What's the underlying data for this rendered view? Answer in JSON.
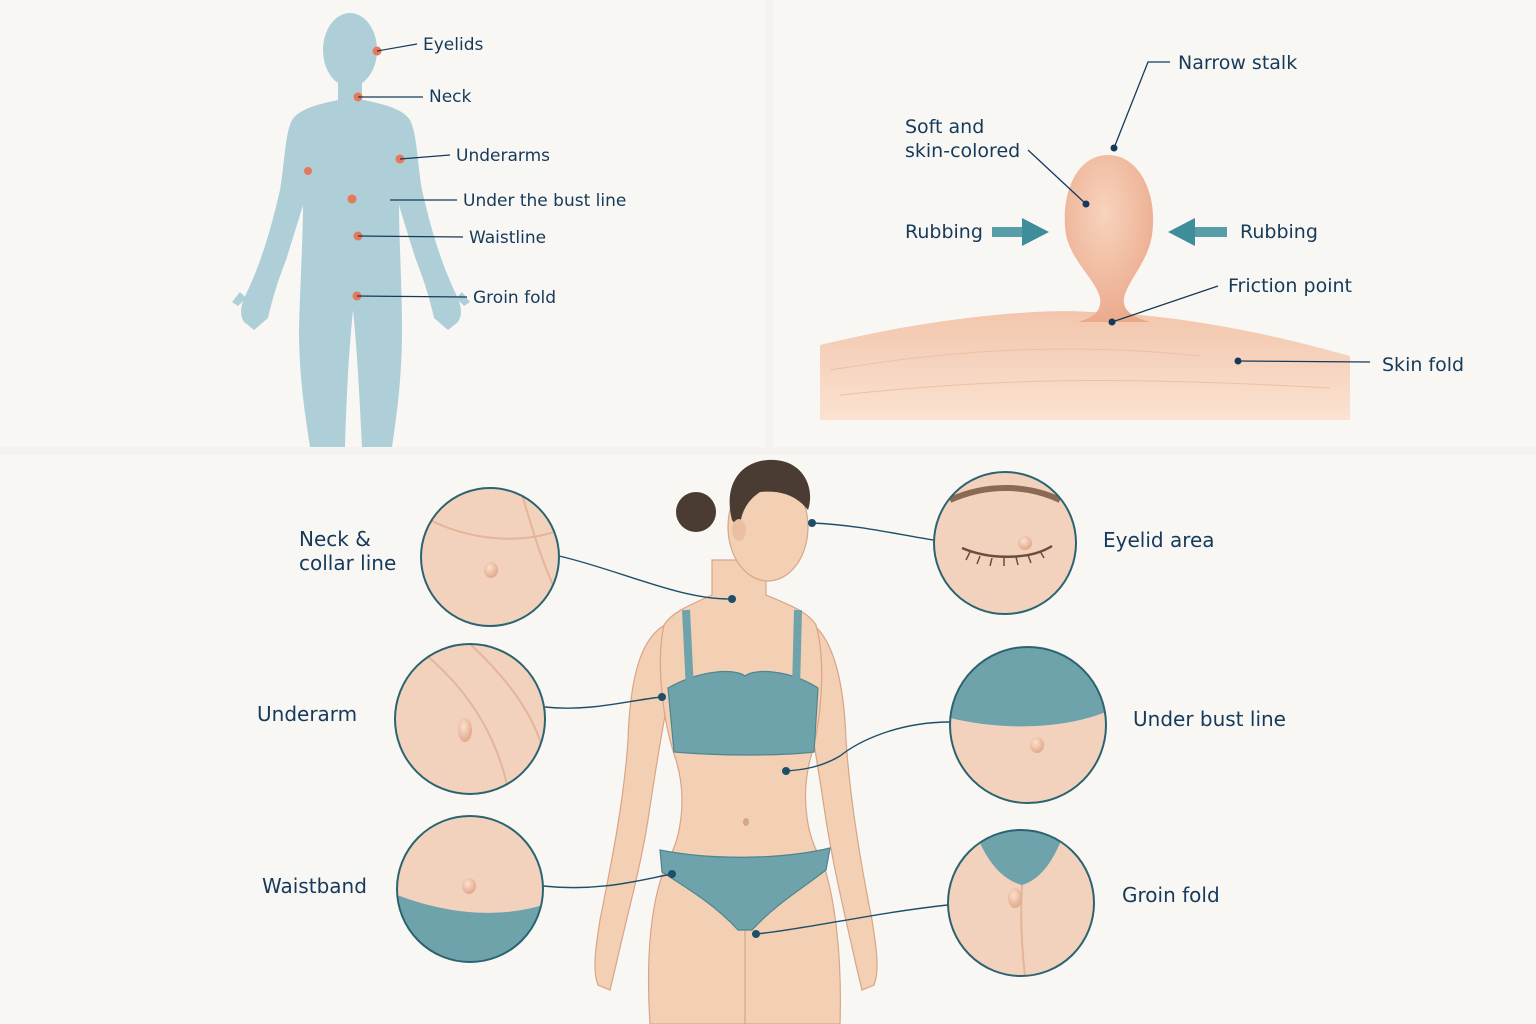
{
  "silhouette_panel": {
    "labels": {
      "eyelids": "Eyelids",
      "neck": "Neck",
      "underarms": "Underarms",
      "under_bust": "Under the bust line",
      "waistline": "Waistline",
      "groin": "Groin fold"
    }
  },
  "tag_panel": {
    "labels": {
      "narrow_stalk": "Narrow stalk",
      "soft_line1": "Soft and",
      "soft_line2": "skin-colored",
      "rubbing_left": "Rubbing",
      "rubbing_right": "Rubbing",
      "friction_point": "Friction point",
      "skin_fold": "Skin fold"
    }
  },
  "body_panel": {
    "labels": {
      "neck_line1": "Neck &",
      "neck_line2": "collar line",
      "underarm": "Underarm",
      "waistband": "Waistband",
      "eyelid_area": "Eyelid area",
      "under_bust_line": "Under bust line",
      "groin_fold": "Groin fold"
    }
  },
  "colors": {
    "background": "#f4f3ef",
    "silhouette": "#aecfd8",
    "marker": "#e8785a",
    "label_text": "#153a5b",
    "skin": "#f3cfb4",
    "tag": "#f0b99c",
    "arrow": "#3d8d9b",
    "garment": "#6ea3ab"
  }
}
